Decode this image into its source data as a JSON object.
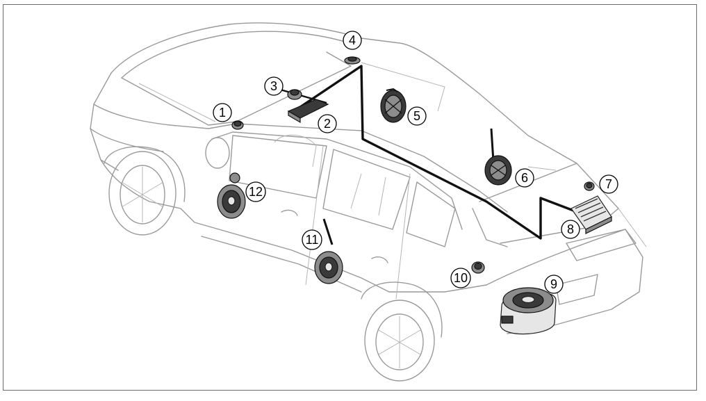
{
  "callouts": [
    {
      "id": "1",
      "label": "1"
    },
    {
      "id": "2",
      "label": "2"
    },
    {
      "id": "3",
      "label": "3"
    },
    {
      "id": "4",
      "label": "4"
    },
    {
      "id": "5",
      "label": "5"
    },
    {
      "id": "6",
      "label": "6"
    },
    {
      "id": "7",
      "label": "7"
    },
    {
      "id": "8",
      "label": "8"
    },
    {
      "id": "9",
      "label": "9"
    },
    {
      "id": "10",
      "label": "10"
    },
    {
      "id": "11",
      "label": "11"
    },
    {
      "id": "12",
      "label": "12"
    }
  ],
  "colors": {
    "outline": "#9a9a9a",
    "component": "#3a3a3a",
    "cable": "#111111",
    "frame": "#6b6b6b"
  }
}
